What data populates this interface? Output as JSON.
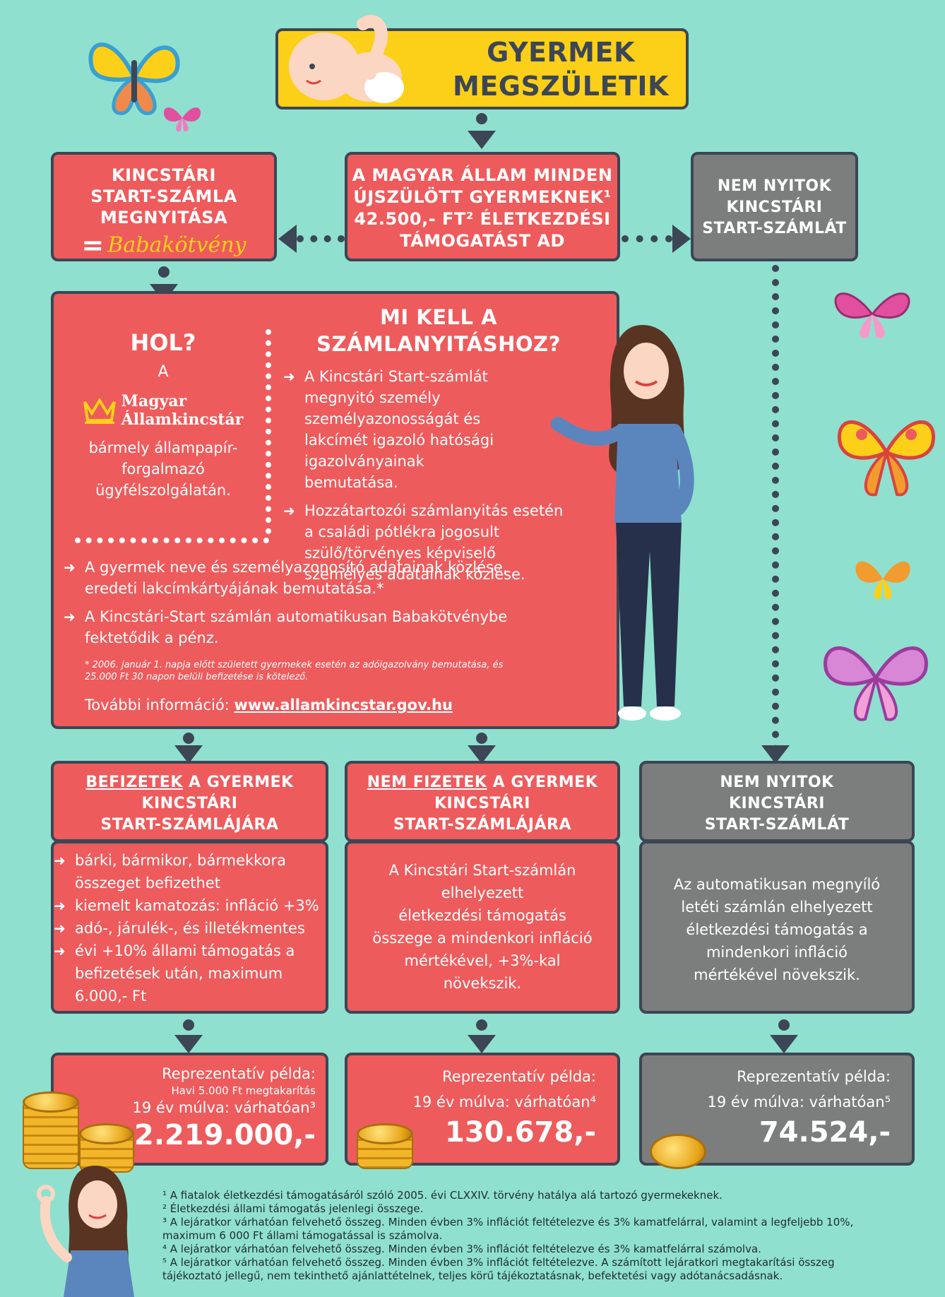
{
  "title": {
    "line1": "GYERMEK",
    "line2": "MEGSZÜLETIK"
  },
  "state_box": {
    "line1": "A MAGYAR ÁLLAM MINDEN",
    "line2": "ÚJSZÜLÖTT GYERMEKNEK¹",
    "line3": "42.500,- FT² ÉLETKEZDÉSI",
    "line4": "TÁMOGATÁST AD"
  },
  "open_box": {
    "line1": "KINCSTÁRI",
    "line2": "START-SZÁMLA",
    "line3": "MEGNYITÁSA",
    "equals": "=",
    "script": "Babakötvény"
  },
  "no_open_box": {
    "line1": "NEM NYITOK",
    "line2": "KINCSTÁRI",
    "line3": "START-SZÁMLÁT"
  },
  "where": {
    "heading": "HOL?",
    "a": "A",
    "logo_line1": "Magyar",
    "logo_line2": "Államkincstár",
    "text": [
      "bármely állampapír-",
      "forgalmazó",
      "ügyfélszolgálatán."
    ]
  },
  "need": {
    "heading_line1": "MI KELL A",
    "heading_line2": "SZÁMLANYITÁSHOZ?",
    "items": [
      "A Kincstári Start-számlát megnyitó személy személyazonosságát és lakcímét igazoló hatósági igazolványainak bemutatása.",
      "Hozzátartozói számlanyitás esetén a családi pótlékra jogosult szülő/törvényes képviselő személyes adatainak közlése."
    ],
    "wide_items": [
      "A gyermek neve és személyazonosító adatainak közlése, eredeti lakcímkártyájának bemutatása.*",
      "A Kincstári-Start számlán automatikusan Babakötvénybe fektetődik a pénz."
    ],
    "note": "* 2006. január 1. napja előtt született gyermekek esetén az adóigazolvány bemutatása, és 25.000 Ft 30 napon belüli befizetése is kötelező.",
    "more_label": "További információ:",
    "more_link": "www.allamkincstar.gov.hu"
  },
  "col1": {
    "title_u": "BEFIZETEK",
    "title_rest": " A GYERMEK",
    "title_line2": "KINCSTÁRI",
    "title_line3": "START-SZÁMLÁJÁRA",
    "items": [
      "bárki, bármikor, bármekkora összeget befizethet",
      "kiemelt kamatozás: infláció +3%",
      "adó-, járulék-, és illetékmentes",
      "évi +10% állami támogatás a befizetések után, maximum 6.000,- Ft"
    ],
    "example_label": "Reprezentatív példa:",
    "example_sub": "Havi 5.000 Ft megtakarítás",
    "example_when": "19 év múlva: várhatóan³",
    "amount": "2.219.000,-"
  },
  "col2": {
    "title_u": "NEM FIZETEK",
    "title_rest": " A GYERMEK",
    "title_line2": "KINCSTÁRI",
    "title_line3": "START-SZÁMLÁJÁRA",
    "body": [
      "A Kincstári Start-számlán",
      "elhelyezett",
      "életkezdési támogatás",
      "összege a mindenkori infláció",
      "mértékével, +3%-kal",
      "növekszik."
    ],
    "example_label": "Reprezentatív példa:",
    "example_when": "19 év múlva: várhatóan⁴",
    "amount": "130.678,-"
  },
  "col3": {
    "title_line1": "NEM NYITOK",
    "title_line2": "KINCSTÁRI",
    "title_line3": "START-SZÁMLÁT",
    "body": [
      "Az automatikusan megnyíló",
      "letéti számlán elhelyezett",
      "életkezdési támogatás a",
      "mindenkori infláció",
      "mértékével növekszik."
    ],
    "example_label": "Reprezentatív példa:",
    "example_when": "19 év múlva: várhatóan⁵",
    "amount": "74.524,-"
  },
  "footnotes": [
    "¹ A fiatalok életkezdési támogatásáról szóló 2005. évi CLXXIV. törvény hatálya alá tartozó gyermekeknek.",
    "² Életkezdési állami támogatás jelenlegi összege.",
    "³ A lejáratkor várhatóan felvehető összeg. Minden évben 3% inflációt feltételezve és 3% kamatfelárral, valamint a legfeljebb 10%,",
    "maximum 6 000 Ft állami támogatással is számolva.",
    "⁴ A lejáratkor várhatóan felvehető összeg. Minden évben 3% inflációt feltételezve és 3% kamatfelárral számolva.",
    "⁵ A lejáratkor várhatóan felvehető összeg. Minden évben 3% inflációt feltételezve. A számított lejáratkori megtakarítási összeg",
    "tájékoztató jellegű, nem tekinthető ajánlattételnek, teljes körű tájékoztatásnak, befektetési vagy adótanácsadásnak."
  ],
  "colors": {
    "bg": "#8fe0cf",
    "red": "#ee5b5c",
    "grey": "#7c7d7d",
    "yellow": "#fcd019",
    "dark": "#3c4655"
  }
}
